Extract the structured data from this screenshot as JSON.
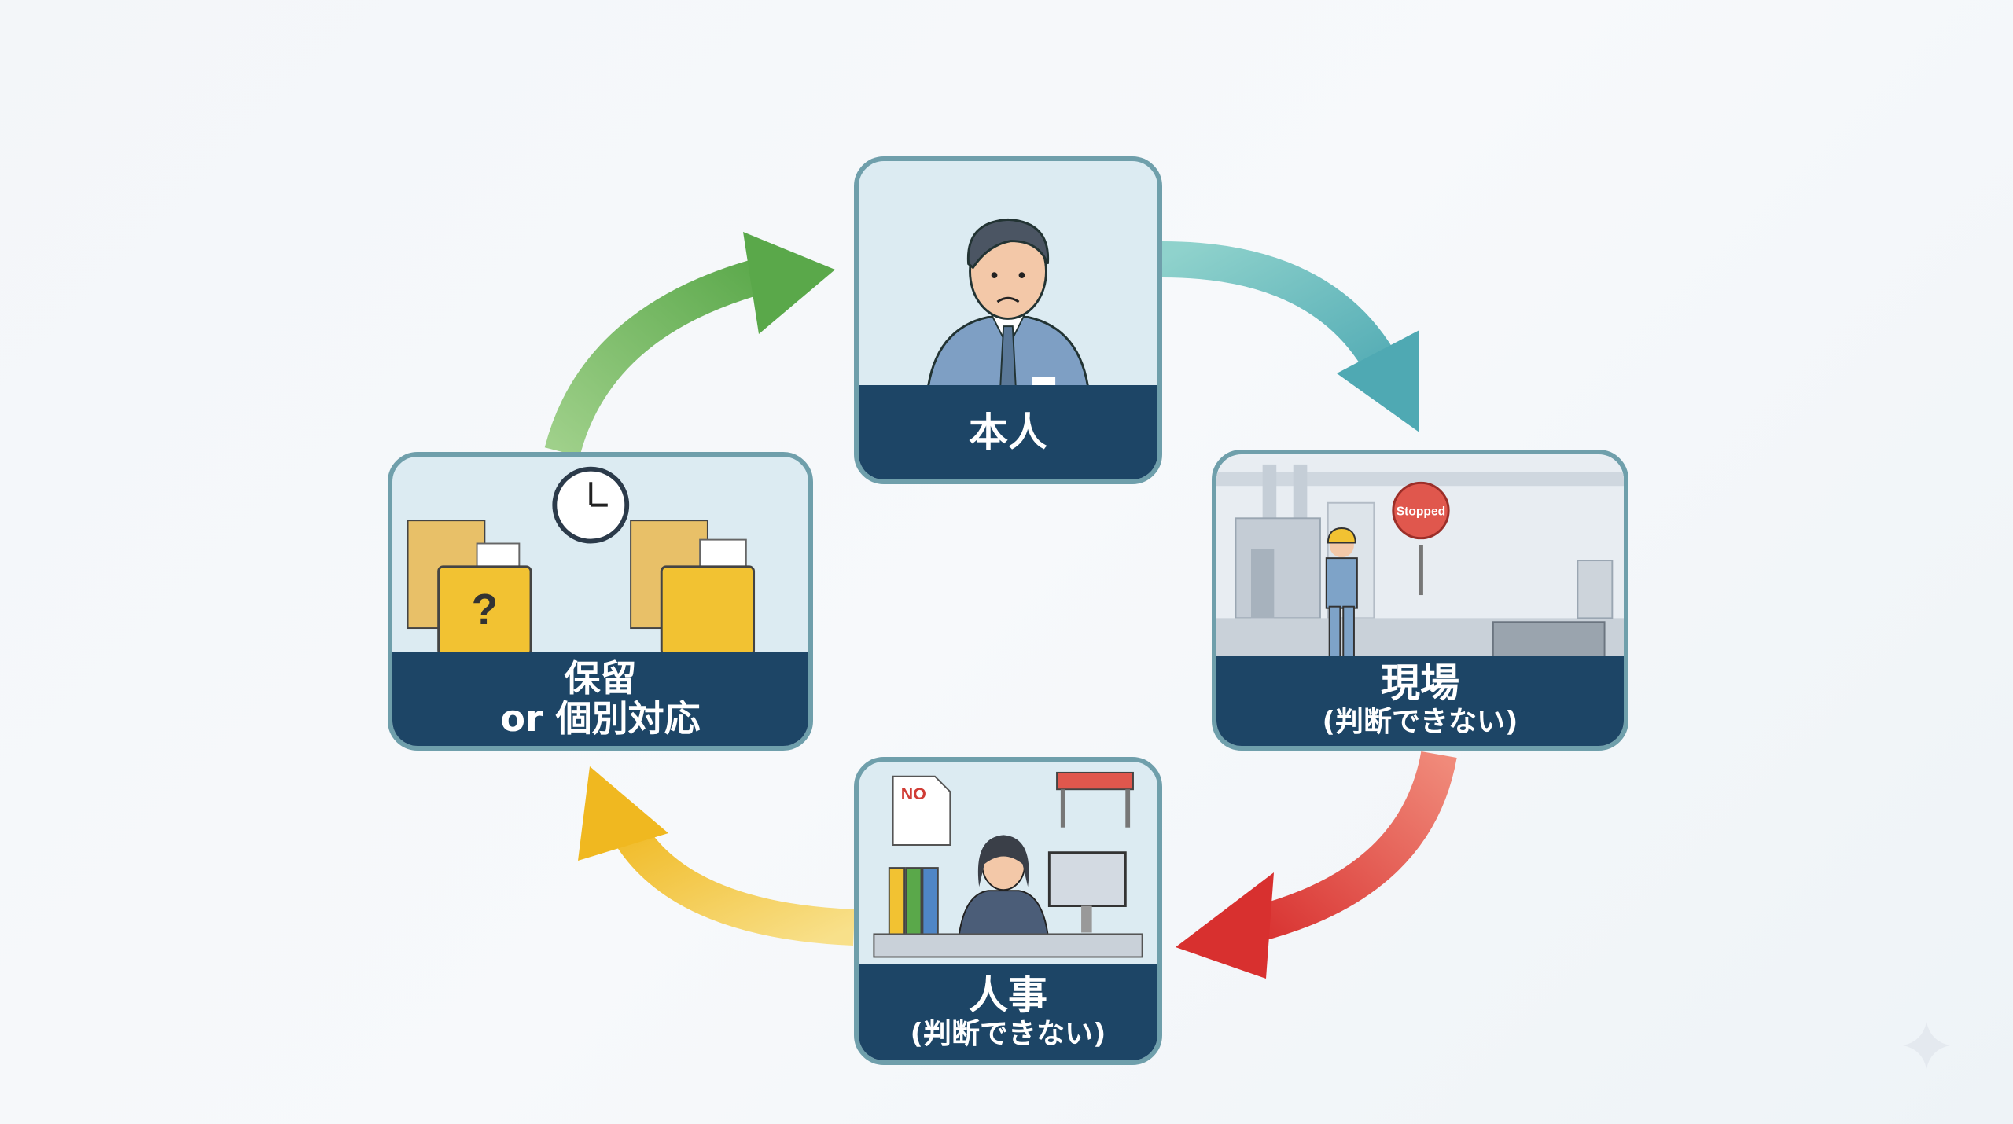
{
  "nodes": {
    "self": {
      "title": "本人"
    },
    "site": {
      "title": "現場",
      "subtitle": "(判断できない)",
      "sign": "Stopped"
    },
    "hr": {
      "title": "人事",
      "subtitle": "(判断できない)",
      "doc": "NO"
    },
    "hold": {
      "title": "保留",
      "subtitle": "or 個別対応",
      "mark": "?"
    }
  },
  "colors": {
    "band": "#1d4566",
    "border": "#6f9fab",
    "green": "#7cbf5e",
    "teal": "#5fb8b5",
    "red": "#e0483f",
    "yellow": "#f0c030"
  }
}
